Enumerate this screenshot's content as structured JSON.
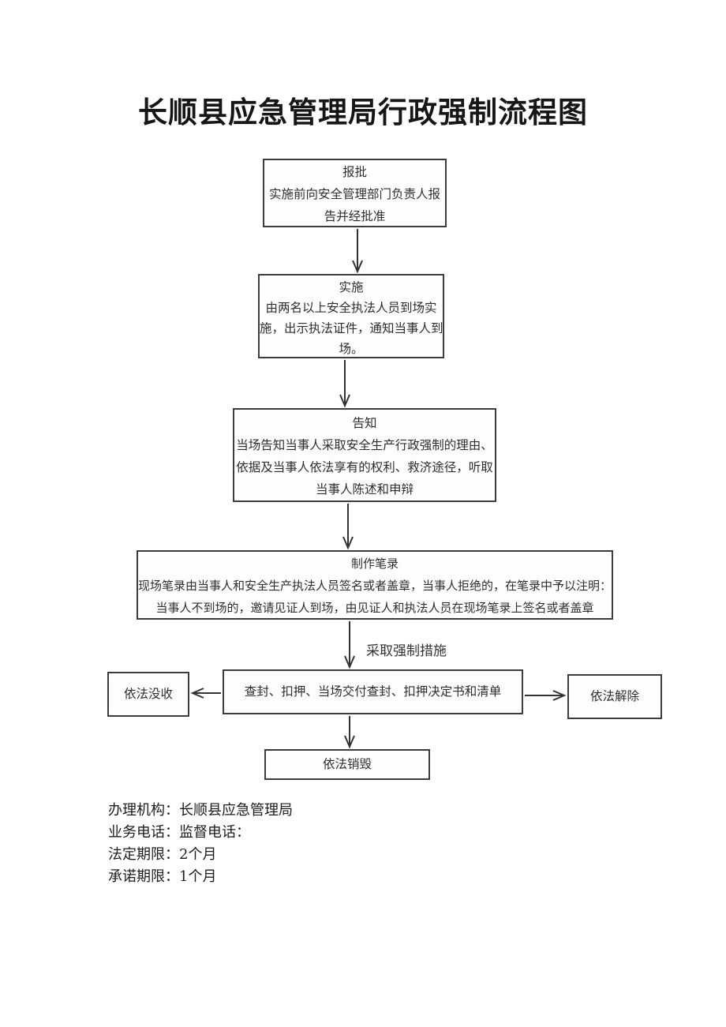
{
  "title": "长顺县应急管理局行政强制流程图",
  "colors": {
    "ink": "#2a2a2a",
    "box_border": "#3c3c3c"
  },
  "flowchart": {
    "boxes": {
      "report": {
        "lines": [
          "报批",
          "实施前向安全管理部门负责人报",
          "告并经批准"
        ]
      },
      "implement": {
        "lines": [
          "实施",
          "由两名以上安全执法人员到场实",
          "施，出示执法证件，通知当事人到",
          "场。"
        ]
      },
      "notify": {
        "lines": [
          "告知",
          "当场告知当事人采取安全生产行政强制的理由、",
          "依据及当事人依法享有的权利、救济途径，听取",
          "当事人陈述和申辩"
        ]
      },
      "record": {
        "lines": [
          "制作笔录",
          "现场笔录由当事人和安全生产执法人员签名或者盖章，当事人拒绝的，在笔录中予以注明：",
          "当事人不到场的，邀请见证人到场，由见证人和执法人员在现场笔录上签名或者盖章"
        ]
      },
      "seal_detain": {
        "label": "查封、扣押、当场交付查封、扣押决定书和清单"
      },
      "confiscate": {
        "label": "依法没收"
      },
      "release": {
        "label": "依法解除"
      },
      "destroy": {
        "label": "依法销毁"
      }
    },
    "arrow_label": "采取强制措施"
  },
  "footer": {
    "agency": "办理机构：长顺县应急管理局",
    "phone": "业务电话：监督电话：",
    "statutory_period": "法定期限：2个月",
    "promised_period": "承诺期限：1个月"
  }
}
